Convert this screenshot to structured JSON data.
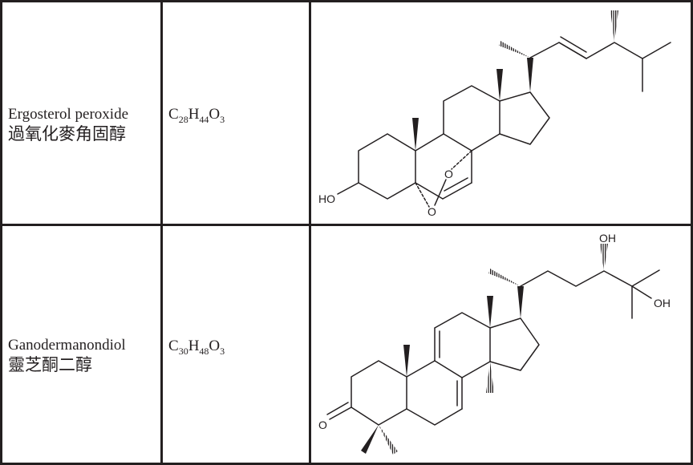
{
  "table": {
    "rows": [
      {
        "name_en": "Ergosterol peroxide",
        "name_zh": "過氧化麥角固醇",
        "formula": {
          "C": "C",
          "c_count": "28",
          "H": "H",
          "h_count": "44",
          "O": "O",
          "o_count": "3"
        },
        "structure": {
          "labels": {
            "hydroxyl": "HO",
            "peroxide_o1": "O",
            "peroxide_o2": "O"
          }
        }
      },
      {
        "name_en": "Ganodermanondiol",
        "name_zh": "靈芝酮二醇",
        "formula": {
          "C": "C",
          "c_count": "30",
          "H": "H",
          "h_count": "48",
          "O": "O",
          "o_count": "3"
        },
        "structure": {
          "labels": {
            "ketone": "O",
            "hydroxyl_1": "OH",
            "hydroxyl_2": "OH"
          }
        }
      }
    ]
  },
  "colors": {
    "ink": "#231f20",
    "background": "#ffffff"
  }
}
